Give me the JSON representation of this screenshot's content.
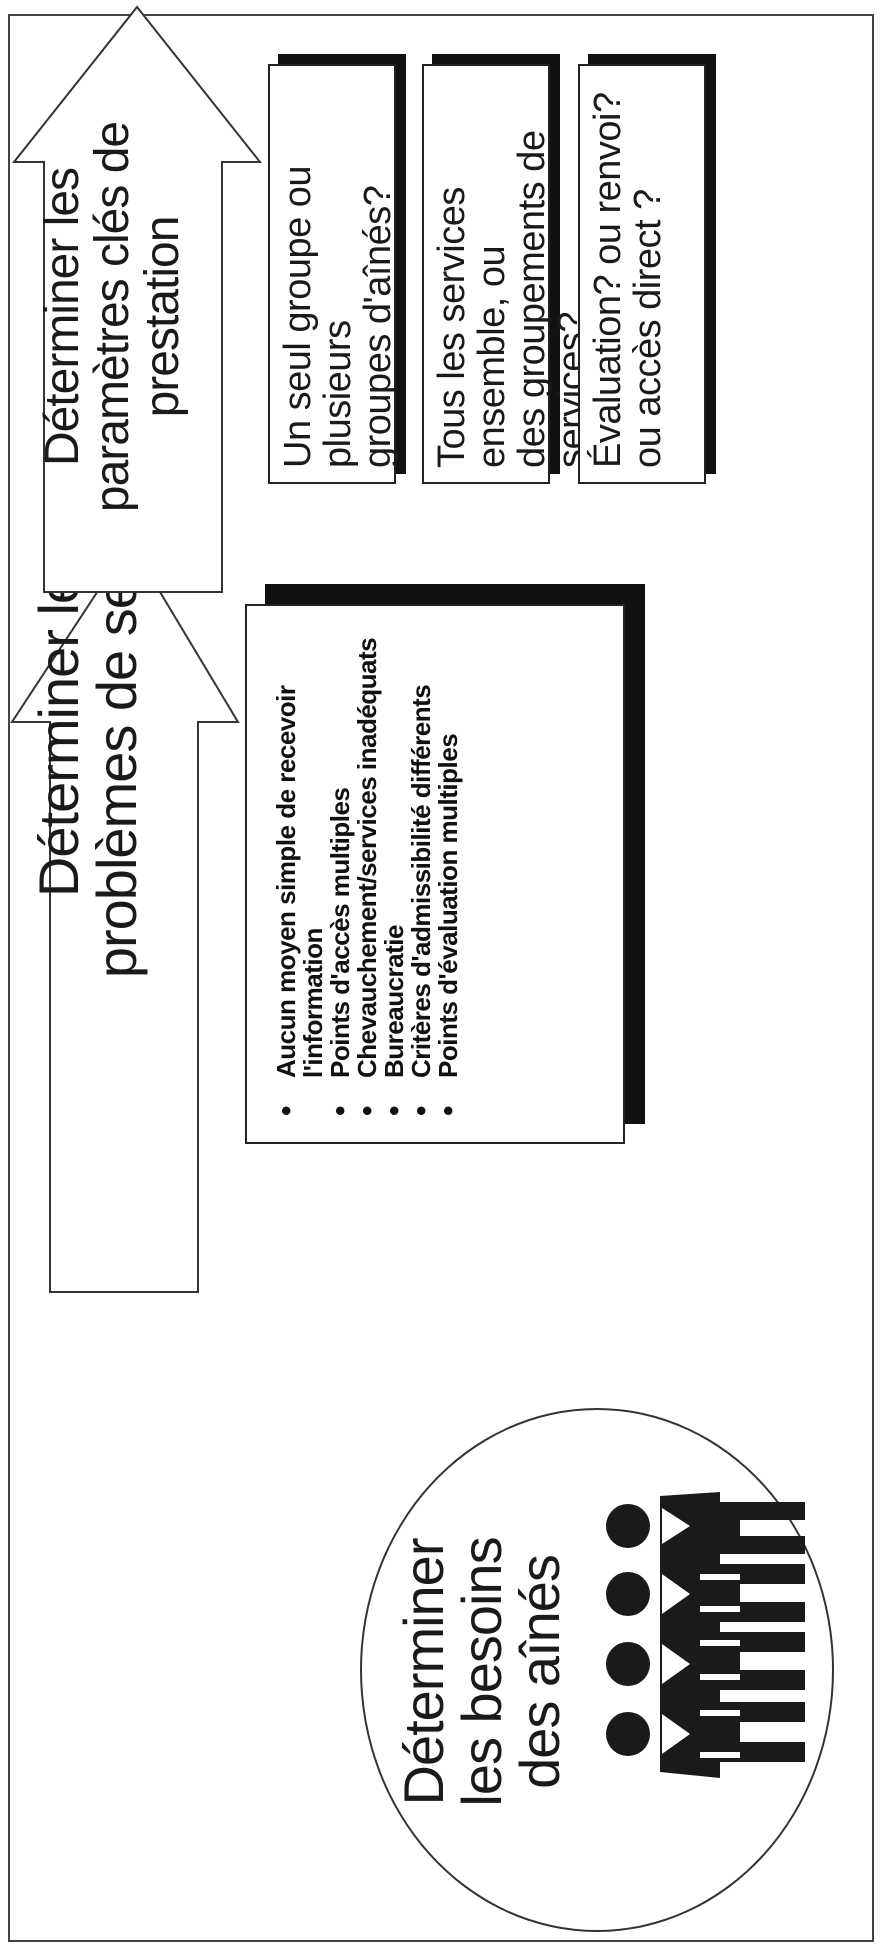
{
  "needs": {
    "title_line1": "Déterminer",
    "title_line2": "les besoins",
    "title_line3": "des aînés",
    "icon": "people-group-icon"
  },
  "problems_arrow": {
    "line1": "Déterminer les",
    "line2": "problèmes de service"
  },
  "problems": [
    "Aucun moyen simple de recevoir l'information",
    "Points d'accès multiples",
    "Chevauchement/services inadéquats",
    "Bureaucratie",
    "Critères d'admissibilité différents",
    "Points d'évaluation multiples"
  ],
  "params_arrow": {
    "line1": "Déterminer les",
    "line2": "paramètres clés de",
    "line3": "prestation"
  },
  "params": [
    {
      "line1": "Un seul groupe ou plusieurs",
      "line2": "groupes d'aînés?"
    },
    {
      "line1": "Tous les services ensemble, ou",
      "line2": "des groupements de services?"
    },
    {
      "line1": "Évaluation? ou renvoi?",
      "line2": "ou accès direct ?"
    }
  ]
}
